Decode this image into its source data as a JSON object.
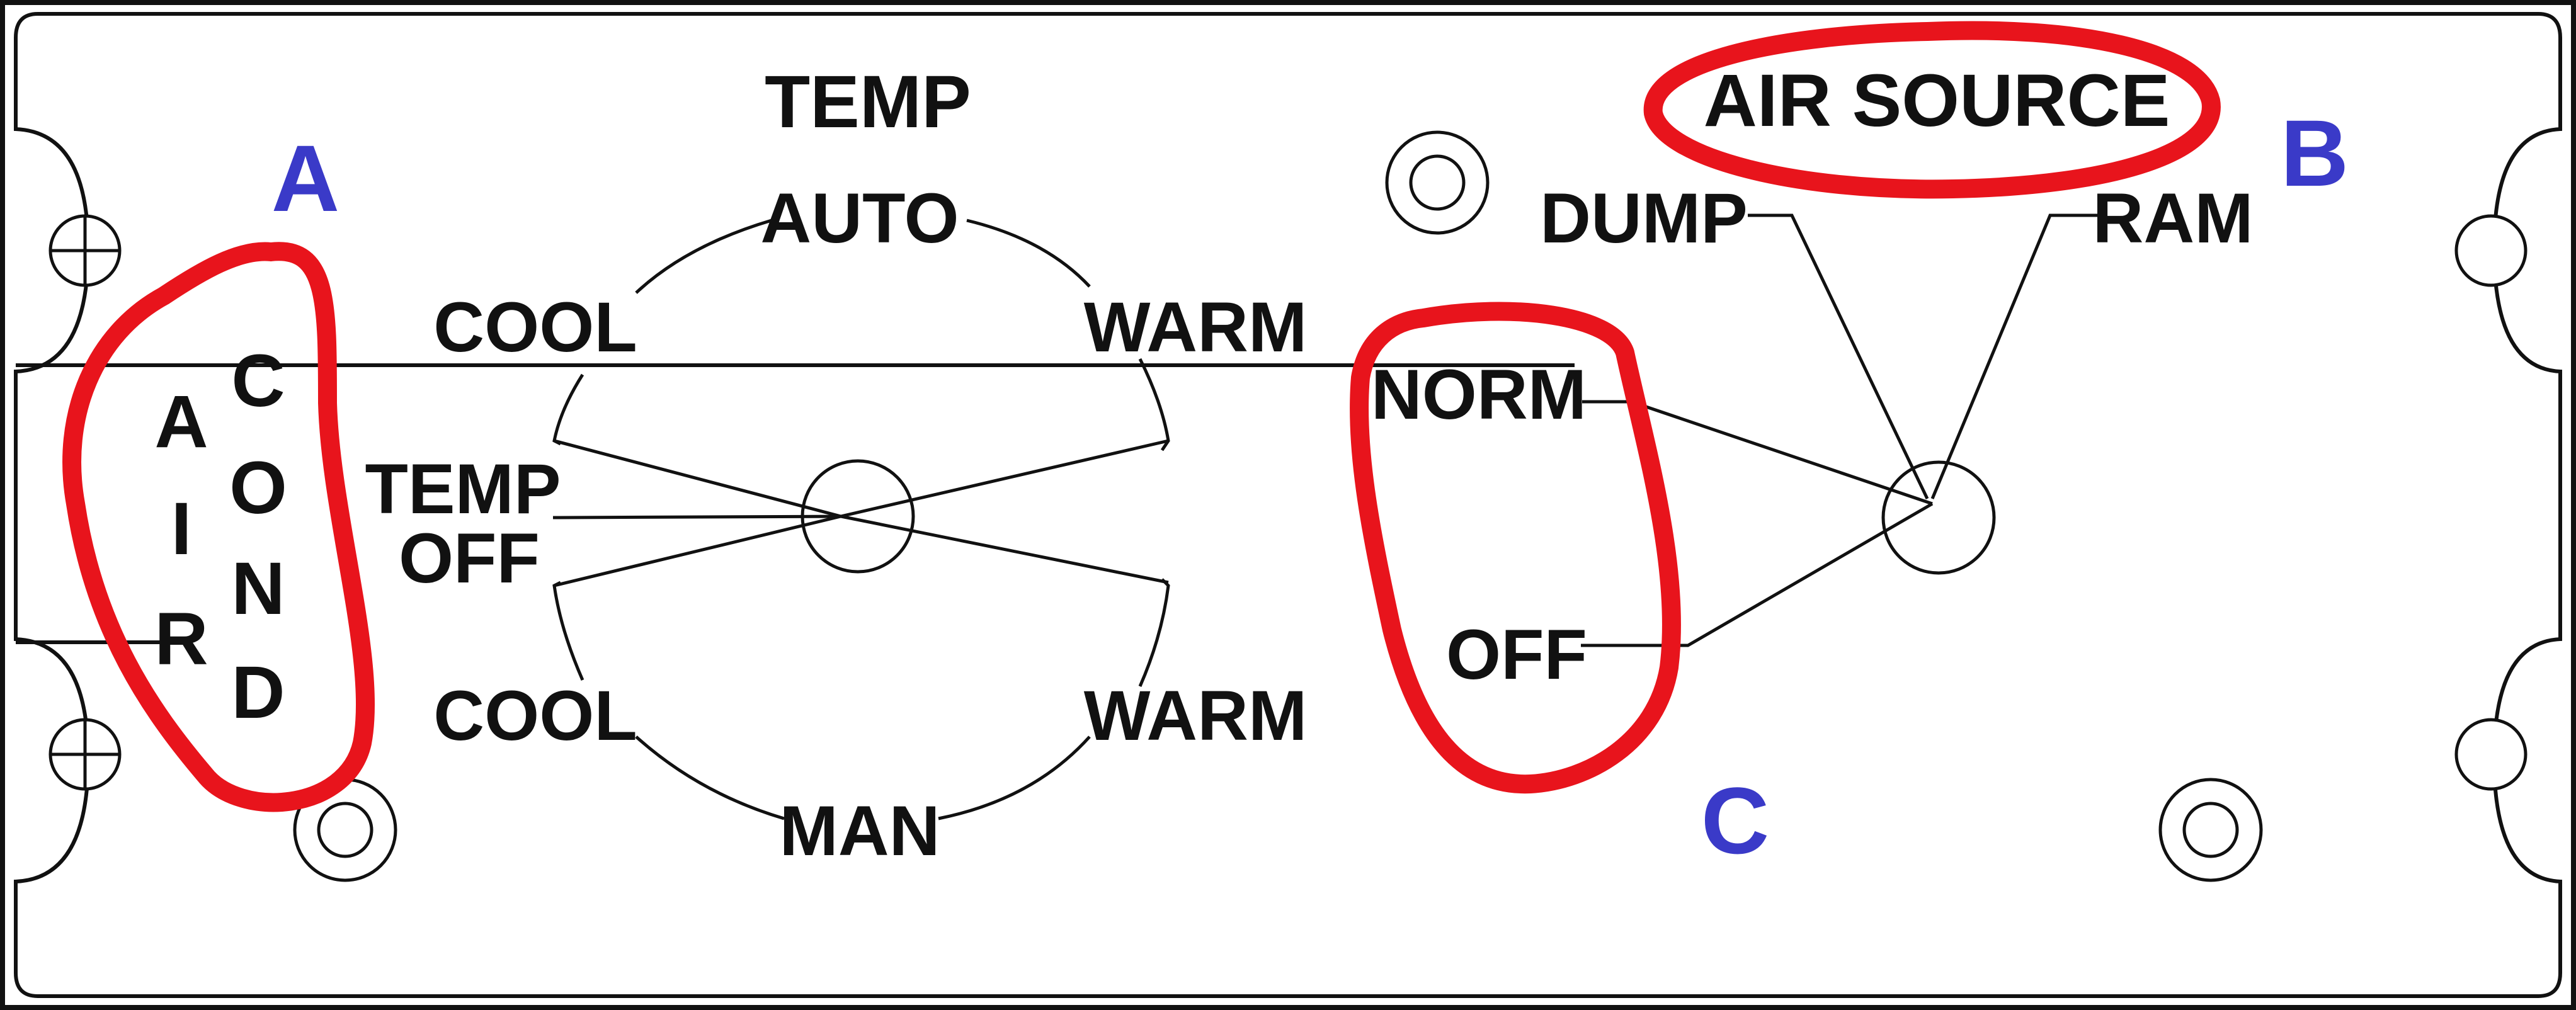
{
  "panel": {
    "air_cond": {
      "col1": [
        "A",
        "I",
        "R"
      ],
      "col2": [
        "C",
        "O",
        "N",
        "D"
      ]
    },
    "temp_selector": {
      "title": "TEMP",
      "auto": "AUTO",
      "cool_upper": "COOL",
      "warm_upper": "WARM",
      "temp_off_line1": "TEMP",
      "temp_off_line2": "OFF",
      "cool_lower": "COOL",
      "warm_lower": "WARM",
      "man": "MAN"
    },
    "air_source": {
      "title": "AIR SOURCE",
      "dump": "DUMP",
      "ram": "RAM",
      "norm": "NORM",
      "off": "OFF"
    }
  },
  "annotations": {
    "markers": [
      "A",
      "B",
      "C"
    ],
    "highlight_color": "#e8141c",
    "marker_color": "#3a3ac8"
  }
}
